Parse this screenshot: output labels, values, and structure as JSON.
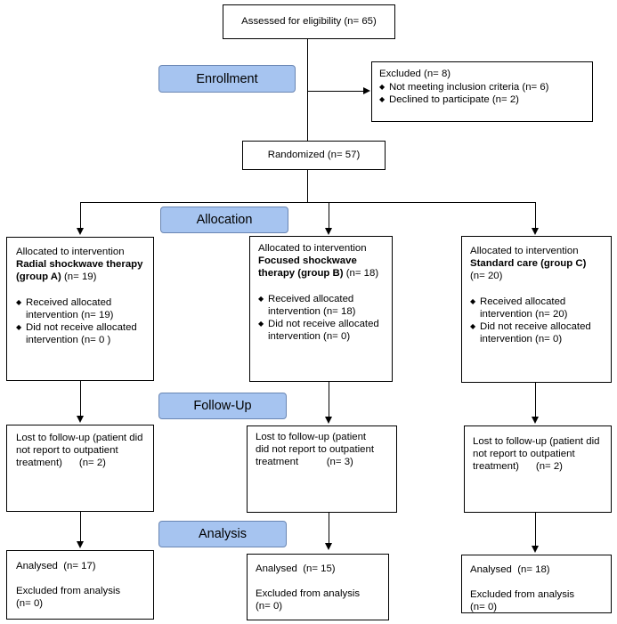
{
  "assessed": "Assessed for eligibility (n= 65)",
  "stages": {
    "enrollment": "Enrollment",
    "allocation": "Allocation",
    "followup": "Follow-Up",
    "analysis": "Analysis"
  },
  "excluded": {
    "title": "Excluded  (n= 8)",
    "items": [
      "Not meeting inclusion criteria (n= 6)",
      "Declined to participate (n= 2)"
    ]
  },
  "randomized": "Randomized (n= 57)",
  "bullet_glyph": "◆",
  "groups": [
    {
      "alloc_title": "Allocated to intervention",
      "alloc_bold": "Radial shockwave therapy (group A)",
      "alloc_n": " (n= 19)",
      "received_1": "Received allocated",
      "received_2": "intervention (n= 19)",
      "not_received_1": "Did not receive allocated",
      "not_received_2": "intervention  (n= 0 )",
      "lost_1": "Lost to follow-up (patient did",
      "lost_2": "not report to outpatient",
      "lost_3": "treatment)      (n= 2)",
      "analysed": "Analysed  (n= 17)",
      "excluded_1": "Excluded from analysis",
      "excluded_2": "(n= 0)"
    },
    {
      "alloc_title": "Allocated to intervention",
      "alloc_bold": "Focused shockwave therapy (group B)",
      "alloc_n": " (n= 18)",
      "received_1": "Received allocated",
      "received_2": "intervention (n= 18)",
      "not_received_1": "Did not receive allocated",
      "not_received_2": "intervention  (n= 0)",
      "lost_1": "Lost to follow-up (patient",
      "lost_2": "did not report to outpatient",
      "lost_3": "treatment          (n= 3)",
      "analysed": "Analysed  (n= 15)",
      "excluded_1": "Excluded from analysis",
      "excluded_2": "(n= 0)"
    },
    {
      "alloc_title": "Allocated to intervention",
      "alloc_bold": "Standard care (group C)",
      "alloc_n": "(n= 20)",
      "received_1": "Received allocated",
      "received_2": "intervention (n= 20)",
      "not_received_1": "Did not receive allocated",
      "not_received_2": "intervention  (n= 0)",
      "lost_1": "Lost to follow-up (patient did",
      "lost_2": "not report to outpatient",
      "lost_3": "treatment)      (n= 2)",
      "analysed": "Analysed  (n= 18)",
      "excluded_1": "Excluded from analysis",
      "excluded_2": "(n= 0)"
    }
  ]
}
